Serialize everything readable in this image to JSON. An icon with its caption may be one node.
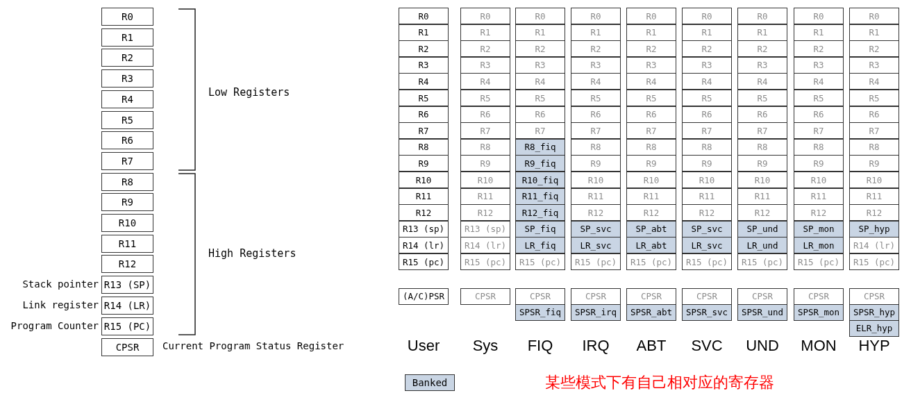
{
  "diagram": {
    "nodes": [
      {
        "text": [
          "R0"
        ]
      },
      {
        "text": [
          "R1"
        ]
      },
      {
        "text": [
          "R2"
        ]
      },
      {
        "text": [
          "R3"
        ]
      },
      {
        "text": [
          "R4"
        ]
      },
      {
        "text": [
          "R5"
        ]
      },
      {
        "text": [
          "R6"
        ]
      },
      {
        "text": [
          "R7"
        ]
      },
      {
        "text": [
          "R8"
        ]
      },
      {
        "text": [
          "R9"
        ]
      },
      {
        "text": [
          "R10"
        ]
      },
      {
        "text": [
          "R11"
        ]
      },
      {
        "text": [
          "R12"
        ]
      },
      {
        "text": [
          "R13 (SP)"
        ],
        "beside": [
          "Stack pointer"
        ]
      },
      {
        "text": [
          "R14 (LR)"
        ],
        "beside": [
          "Link register"
        ]
      },
      {
        "text": [
          "R15 (PC)"
        ],
        "beside": [
          "Program Counter"
        ]
      },
      {
        "text": [
          "CPSR"
        ],
        "beside": [
          "Current Program Status Register"
        ]
      },
      {
        "text": [
          "R0"
        ]
      },
      {
        "text": [
          "R1"
        ]
      },
      {
        "text": [
          "R2"
        ]
      },
      {
        "text": [
          "R3"
        ]
      },
      {
        "text": [
          "R4"
        ]
      },
      {
        "text": [
          "R5"
        ]
      },
      {
        "text": [
          "R6"
        ]
      },
      {
        "text": [
          "R7"
        ]
      },
      {
        "text": [
          "R8"
        ]
      },
      {
        "text": [
          "R9"
        ]
      },
      {
        "text": [
          "R10"
        ]
      },
      {
        "text": [
          "R11"
        ]
      },
      {
        "text": [
          "R12"
        ]
      },
      {
        "text": [
          "R13 (sp)"
        ]
      },
      {
        "text": [
          "R14 (lr)"
        ]
      },
      {
        "text": [
          "R15 (pc)"
        ]
      },
      {
        "text": [
          "(A/C)PSR"
        ]
      },
      {
        "text": [
          "R0"
        ]
      },
      {
        "text": [
          "R1"
        ]
      },
      {
        "text": [
          "R2"
        ]
      },
      {
        "text": [
          "R3"
        ]
      },
      {
        "text": [
          "R4"
        ]
      },
      {
        "text": [
          "R5"
        ]
      },
      {
        "text": [
          "R6"
        ]
      },
      {
        "text": [
          "R7"
        ]
      },
      {
        "text": [
          "R8"
        ]
      },
      {
        "text": [
          "R9"
        ]
      },
      {
        "text": [
          "R10"
        ]
      },
      {
        "text": [
          "R11"
        ]
      },
      {
        "text": [
          "R12"
        ]
      },
      {
        "text": [
          "R13 (sp)"
        ]
      },
      {
        "text": [
          "R14 (lr)"
        ]
      },
      {
        "text": [
          "R15 (pc)"
        ]
      },
      {
        "text": [
          "CPSR"
        ]
      },
      {
        "text": [
          "R0"
        ]
      },
      {
        "text": [
          "R1"
        ]
      },
      {
        "text": [
          "R2"
        ]
      },
      {
        "text": [
          "R3"
        ]
      },
      {
        "text": [
          "R4"
        ]
      },
      {
        "text": [
          "R5"
        ]
      },
      {
        "text": [
          "R6"
        ]
      },
      {
        "text": [
          "R7"
        ]
      },
      {
        "text": [
          "R8_fiq"
        ]
      },
      {
        "text": [
          "R9_fiq"
        ]
      },
      {
        "text": [
          "R10_fiq"
        ]
      },
      {
        "text": [
          "R11_fiq"
        ]
      },
      {
        "text": [
          "R12_fiq"
        ]
      },
      {
        "text": [
          "SP_fiq"
        ]
      },
      {
        "text": [
          "LR_fiq"
        ]
      },
      {
        "text": [
          "R15 (pc)"
        ]
      },
      {
        "text": [
          "CPSR"
        ]
      },
      {
        "text": [
          "SPSR_fiq"
        ]
      },
      {
        "text": [
          "R0"
        ]
      },
      {
        "text": [
          "R1"
        ]
      },
      {
        "text": [
          "R2"
        ]
      },
      {
        "text": [
          "R3"
        ]
      },
      {
        "text": [
          "R4"
        ]
      },
      {
        "text": [
          "R5"
        ]
      },
      {
        "text": [
          "R6"
        ]
      },
      {
        "text": [
          "R7"
        ]
      },
      {
        "text": [
          "R8"
        ]
      },
      {
        "text": [
          "R9"
        ]
      },
      {
        "text": [
          "R10"
        ]
      },
      {
        "text": [
          "R11"
        ]
      },
      {
        "text": [
          "R12"
        ]
      },
      {
        "text": [
          "SP_svc"
        ]
      },
      {
        "text": [
          "LR_svc"
        ]
      },
      {
        "text": [
          "R15 (pc)"
        ]
      },
      {
        "text": [
          "CPSR"
        ]
      },
      {
        "text": [
          "SPSR_irq"
        ]
      },
      {
        "text": [
          "R0"
        ]
      },
      {
        "text": [
          "R1"
        ]
      },
      {
        "text": [
          "R2"
        ]
      },
      {
        "text": [
          "R3"
        ]
      },
      {
        "text": [
          "R4"
        ]
      },
      {
        "text": [
          "R5"
        ]
      },
      {
        "text": [
          "R6"
        ]
      },
      {
        "text": [
          "R7"
        ]
      },
      {
        "text": [
          "R8"
        ]
      },
      {
        "text": [
          "R9"
        ]
      },
      {
        "text": [
          "R10"
        ]
      },
      {
        "text": [
          "R11"
        ]
      },
      {
        "text": [
          "R12"
        ]
      },
      {
        "text": [
          "SP_abt"
        ]
      },
      {
        "text": [
          "LR_abt"
        ]
      },
      {
        "text": [
          "R15 (pc)"
        ]
      },
      {
        "text": [
          "CPSR"
        ]
      },
      {
        "text": [
          "SPSR_abt"
        ]
      },
      {
        "text": [
          "R0"
        ]
      },
      {
        "text": [
          "R1"
        ]
      },
      {
        "text": [
          "R2"
        ]
      },
      {
        "text": [
          "R3"
        ]
      },
      {
        "text": [
          "R4"
        ]
      },
      {
        "text": [
          "R5"
        ]
      },
      {
        "text": [
          "R6"
        ]
      },
      {
        "text": [
          "R7"
        ]
      },
      {
        "text": [
          "R8"
        ]
      },
      {
        "text": [
          "R9"
        ]
      },
      {
        "text": [
          "R10"
        ]
      },
      {
        "text": [
          "R11"
        ]
      },
      {
        "text": [
          "R12"
        ]
      },
      {
        "text": [
          "SP_svc"
        ]
      },
      {
        "text": [
          "LR_svc"
        ]
      },
      {
        "text": [
          "R15 (pc)"
        ]
      },
      {
        "text": [
          "CPSR"
        ]
      },
      {
        "text": [
          "SPSR_svc"
        ]
      },
      {
        "text": [
          "R0"
        ]
      },
      {
        "text": [
          "R1"
        ]
      },
      {
        "text": [
          "R2"
        ]
      },
      {
        "text": [
          "R3"
        ]
      },
      {
        "text": [
          "R4"
        ]
      },
      {
        "text": [
          "R5"
        ]
      },
      {
        "text": [
          "R6"
        ]
      },
      {
        "text": [
          "R7"
        ]
      },
      {
        "text": [
          "R8"
        ]
      },
      {
        "text": [
          "R9"
        ]
      },
      {
        "text": [
          "R10"
        ]
      },
      {
        "text": [
          "R11"
        ]
      },
      {
        "text": [
          "R12"
        ]
      },
      {
        "text": [
          "SP_und"
        ]
      },
      {
        "text": [
          "LR_und"
        ]
      },
      {
        "text": [
          "R15 (pc)"
        ]
      },
      {
        "text": [
          "CPSR"
        ]
      },
      {
        "text": [
          "SPSR_und"
        ]
      },
      {
        "text": [
          "R0"
        ]
      },
      {
        "text": [
          "R1"
        ]
      },
      {
        "text": [
          "R2"
        ]
      },
      {
        "text": [
          "R3"
        ]
      },
      {
        "text": [
          "R4"
        ]
      },
      {
        "text": [
          "R5"
        ]
      },
      {
        "text": [
          "R6"
        ]
      },
      {
        "text": [
          "R7"
        ]
      },
      {
        "text": [
          "R8"
        ]
      },
      {
        "text": [
          "R9"
        ]
      },
      {
        "text": [
          "R10"
        ]
      },
      {
        "text": [
          "R11"
        ]
      },
      {
        "text": [
          "R12"
        ]
      },
      {
        "text": [
          "SP_mon"
        ]
      },
      {
        "text": [
          "LR_mon"
        ]
      },
      {
        "text": [
          "R15 (pc)"
        ]
      },
      {
        "text": [
          "CPSR"
        ]
      },
      {
        "text": [
          "SPSR_mon"
        ]
      },
      {
        "text": [
          "R0"
        ]
      },
      {
        "text": [
          "R1"
        ]
      },
      {
        "text": [
          "R2"
        ]
      },
      {
        "text": [
          "R3"
        ]
      },
      {
        "text": [
          "R4"
        ]
      },
      {
        "text": [
          "R5"
        ]
      },
      {
        "text": [
          "R6"
        ]
      },
      {
        "text": [
          "R7"
        ]
      },
      {
        "text": [
          "R8"
        ]
      },
      {
        "text": [
          "R9"
        ]
      },
      {
        "text": [
          "R10"
        ]
      },
      {
        "text": [
          "R11"
        ]
      },
      {
        "text": [
          "R12"
        ]
      },
      {
        "text": [
          "SP_hyp"
        ]
      },
      {
        "text": [
          "R14 (lr)"
        ]
      },
      {
        "text": [
          "R15 (pc)"
        ]
      },
      {
        "text": [
          "CPSR"
        ]
      },
      {
        "text": [
          "SPSR_hyp"
        ]
      },
      {
        "text": [
          "ELR_hyp"
        ]
      }
    ],
    "labels": [
      "Low Registers",
      "High Registers",
      "User",
      "Sys",
      "FIQ",
      "IRQ",
      "ABT",
      "SVC",
      "UND",
      "MON",
      "HYP",
      "某些模式下有自己相对应的寄存器"
    ],
    "legend": [
      {
        "text": "Banked",
        "color": "#c9d5e4"
      }
    ]
  }
}
